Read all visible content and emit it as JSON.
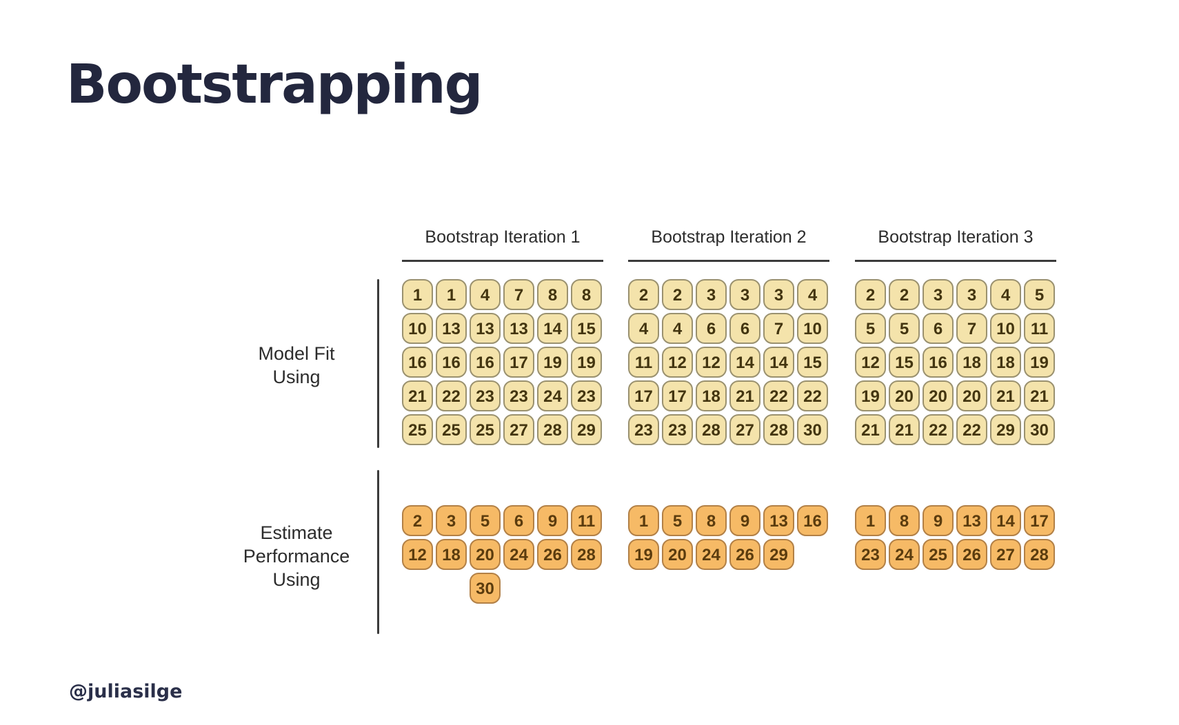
{
  "title": "Bootstrapping",
  "attribution": "@juliasilge",
  "labels": {
    "fit": [
      "Model Fit",
      "Using"
    ],
    "estimate": [
      "Estimate",
      "Performance",
      "Using"
    ]
  },
  "colors": {
    "background": "#ffffff",
    "title_ink": "#23273e",
    "cream_tile_fill": "#f4e3ab",
    "cream_tile_border": "#9a916f",
    "cream_tile_text": "#433510",
    "orange_tile_fill": "#f6ba66",
    "orange_tile_border": "#b28046",
    "orange_tile_text": "#5b3c0e",
    "rule_line": "#3b3b3b"
  },
  "iterations": [
    {
      "label": "Bootstrap Iteration 1",
      "fit_rows": [
        [
          1,
          1,
          4,
          7,
          8,
          8
        ],
        [
          10,
          13,
          13,
          13,
          14,
          15
        ],
        [
          16,
          16,
          16,
          17,
          19,
          19
        ],
        [
          21,
          22,
          23,
          23,
          24,
          23
        ],
        [
          25,
          25,
          25,
          27,
          28,
          29
        ]
      ],
      "estimate_rows": [
        [
          2,
          3,
          5,
          6,
          9,
          11
        ],
        [
          12,
          18,
          20,
          24,
          26,
          28
        ],
        [
          null,
          null,
          30,
          null,
          null,
          null
        ]
      ]
    },
    {
      "label": "Bootstrap Iteration 2",
      "fit_rows": [
        [
          2,
          2,
          3,
          3,
          3,
          4
        ],
        [
          4,
          4,
          6,
          6,
          7,
          10
        ],
        [
          11,
          12,
          12,
          14,
          14,
          15
        ],
        [
          17,
          17,
          18,
          21,
          22,
          22
        ],
        [
          23,
          23,
          28,
          27,
          28,
          30
        ]
      ],
      "estimate_rows": [
        [
          1,
          5,
          8,
          9,
          13,
          16
        ],
        [
          19,
          20,
          24,
          26,
          29,
          null
        ]
      ]
    },
    {
      "label": "Bootstrap Iteration 3",
      "fit_rows": [
        [
          2,
          2,
          3,
          3,
          4,
          5
        ],
        [
          5,
          5,
          6,
          7,
          10,
          11
        ],
        [
          12,
          15,
          16,
          18,
          18,
          19
        ],
        [
          19,
          20,
          20,
          20,
          21,
          21
        ],
        [
          21,
          21,
          22,
          22,
          29,
          30
        ]
      ],
      "estimate_rows": [
        [
          1,
          8,
          9,
          13,
          14,
          17
        ],
        [
          23,
          24,
          25,
          26,
          27,
          28
        ]
      ]
    }
  ]
}
